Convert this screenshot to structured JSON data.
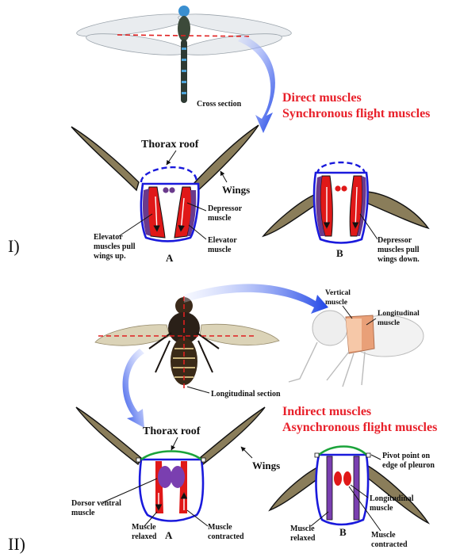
{
  "section1": {
    "roman": "I)",
    "cross_section": "Cross section",
    "title_line1": "Direct muscles",
    "title_line2": "Synchronous flight muscles",
    "thorax_roof": "Thorax  roof",
    "wings": "Wings",
    "depressor_muscle": [
      "Depressor",
      "muscle"
    ],
    "elevator_muscle": [
      "Elevator",
      "muscle"
    ],
    "elevator_pull": [
      "Elevator",
      "muscles pull",
      "wings up."
    ],
    "depressor_pull": [
      "Depressor",
      "muscles pull",
      "wings down."
    ],
    "panel_a": "A",
    "panel_b": "B"
  },
  "section2": {
    "roman": "II)",
    "vertical_muscle": [
      "Vertical",
      "muscle"
    ],
    "longitudinal_muscle_top": [
      "Longitudinal",
      "muscle"
    ],
    "longitudinal_section": "Longitudinal  section",
    "title_line1": "Indirect muscles",
    "title_line2": "Asynchronous flight muscles",
    "thorax_roof": "Thorax  roof",
    "wings": "Wings",
    "pivot_point": [
      "Pivot point on",
      "edge of pleuron"
    ],
    "dorsoventral": [
      "Dorsor ventral",
      "muscle"
    ],
    "muscle_relaxed": [
      "Muscle",
      "relaxed"
    ],
    "muscle_contracted": [
      "Muscle",
      "contracted"
    ],
    "longitudinal_muscle_b": [
      "Longitudinal",
      "muscle"
    ],
    "panel_a": "A",
    "panel_b": "B"
  },
  "colors": {
    "title_red": "#e8202a",
    "wing_fill": "#8a7d5a",
    "muscle_red": "#e01818",
    "muscle_purple": "#6a3a8c",
    "body_outline": "#1a1adc",
    "roof_green": "#1aa33a",
    "arrow_blue": "#2a4fe0"
  }
}
